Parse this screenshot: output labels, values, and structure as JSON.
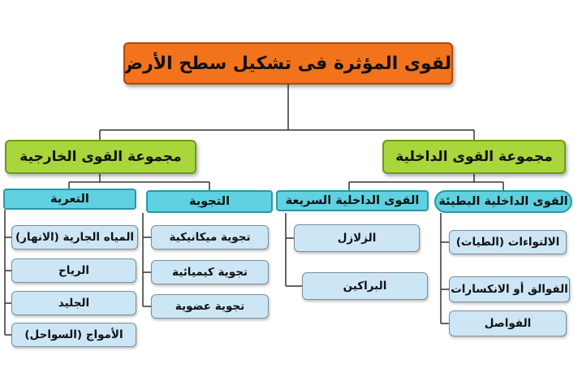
{
  "root": {
    "label": "القوى المؤثرة فى تشكيل سطح الأرض"
  },
  "groups": {
    "internal": "مجموعة القوى الداخلية",
    "external": "مجموعة القوى الخارجية"
  },
  "categories": {
    "slow": "القوى الداخلية البطيئة",
    "fast": "القوى الداخلية السريعة",
    "weathering": "التجوية",
    "erosion": "التعرية"
  },
  "leaves": {
    "slow": [
      "الالتواءات (الطيات)",
      "الفوالق أو الانكسارات",
      "الفواصل"
    ],
    "fast": [
      "الزلازل",
      "البراكين"
    ],
    "weathering": [
      "تجوية ميكانيكية",
      "تجوية كيميائية",
      "تجوية عضوية"
    ],
    "erosion": [
      "المياه الجارية (الانهار)",
      "الرياح",
      "الجليد",
      "الأمواج (السواحل)"
    ]
  },
  "colors": {
    "root_fill": "#f2731c",
    "group_fill": "#a9d63a",
    "category_fill": "#5fd1e0",
    "leaf_fill": "#cde6f5",
    "connector": "#333333"
  }
}
